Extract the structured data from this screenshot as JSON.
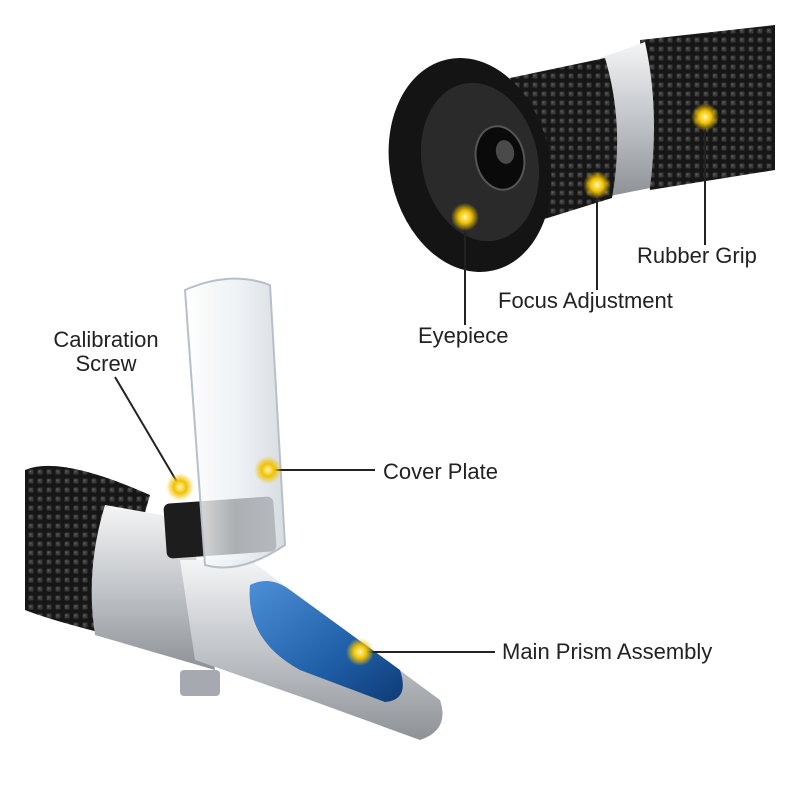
{
  "labels": {
    "rubber_grip": "Rubber Grip",
    "focus_adjustment": "Focus Adjustment",
    "eyepiece": "Eyepiece",
    "calibration_screw_line1": "Calibration",
    "calibration_screw_line2": "Screw",
    "cover_plate": "Cover Plate",
    "main_prism_assembly": "Main Prism Assembly"
  },
  "colors": {
    "marker": "#f2c200",
    "marker_glow": "#fff3a0",
    "leader_line": "#222222",
    "grip": "#151515",
    "metal": "#c9ccd0",
    "prism_blue": "#1f5fa8"
  }
}
